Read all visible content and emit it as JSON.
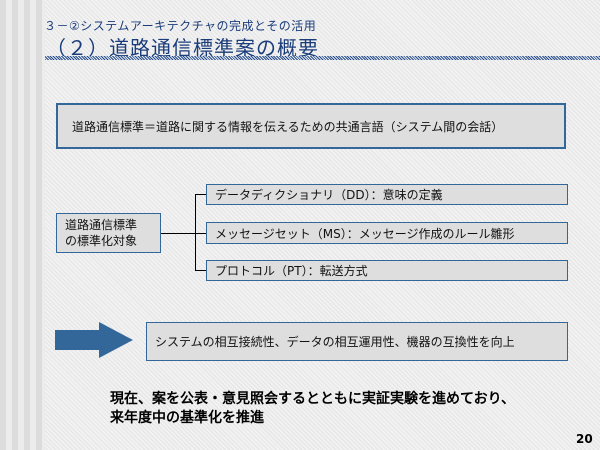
{
  "header": {
    "subtitle": "３－②システムアーキテクチャの完成とその活用",
    "title": "（２）道路通信標準案の概要"
  },
  "definition": "道路通信標準＝道路に関する情報を伝えるための共通言語（システム間の会話）",
  "target": {
    "line1": "道路通信標準",
    "line2": "の標準化対象"
  },
  "items": [
    {
      "label": "データディクショナリ（DD）：意味の定義"
    },
    {
      "label": "メッセージセット（MS）：メッセージ作成のルール雛形"
    },
    {
      "label": "プロトコル（PT）：転送方式"
    }
  ],
  "result": "システムの相互接続性、データの相互運用性、機器の互換性を向上",
  "conclusion": {
    "line1": "現在、案を公表・意見照会するとともに実証実験を進めており、",
    "line2": "来年度中の基準化を推進"
  },
  "page_number": "20",
  "colors": {
    "accent": "#336699",
    "title": "#1a3c7a",
    "box_fill": "#dedede"
  }
}
